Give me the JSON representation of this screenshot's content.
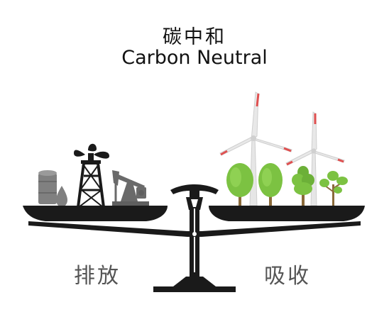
{
  "title": {
    "chinese": "碳中和",
    "english": "Carbon Neutral"
  },
  "labels": {
    "emission": "排放",
    "absorption": "吸收"
  },
  "colors": {
    "scale": "#1a1a1a",
    "industry_gray": "#808080",
    "tree_green": "#7cc242",
    "tree_green_dark": "#4f9a2a",
    "trunk": "#8a6a3a",
    "turbine": "#e6e6e6"
  },
  "icons": [
    "barrels-icon",
    "oil-drop-icon",
    "oil-derrick-icon",
    "pumpjack-icon",
    "tree-icon",
    "wind-turbine-icon",
    "balance-scale-icon"
  ]
}
